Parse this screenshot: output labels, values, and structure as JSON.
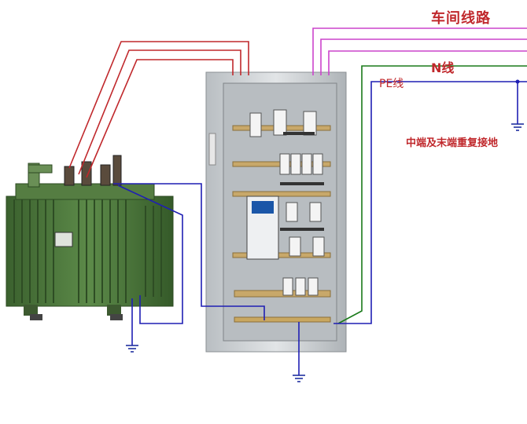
{
  "labels": {
    "workshop_line": "车间线路",
    "n_line": "N线",
    "pe_line": "PE线",
    "repeat_ground": "中端及末端重复接地"
  },
  "colors": {
    "phase_red": "#c0282c",
    "phase_magenta": "#cc44cc",
    "neutral_green": "#1a7a1a",
    "pe_blue": "#1f1fb4",
    "ground_blue": "#2030a0",
    "transformer_green": "#4e7c3e",
    "cabinet_gray": "#cfd3d6"
  },
  "icons": [
    "transformer",
    "distribution-cabinet",
    "ground-symbol"
  ]
}
